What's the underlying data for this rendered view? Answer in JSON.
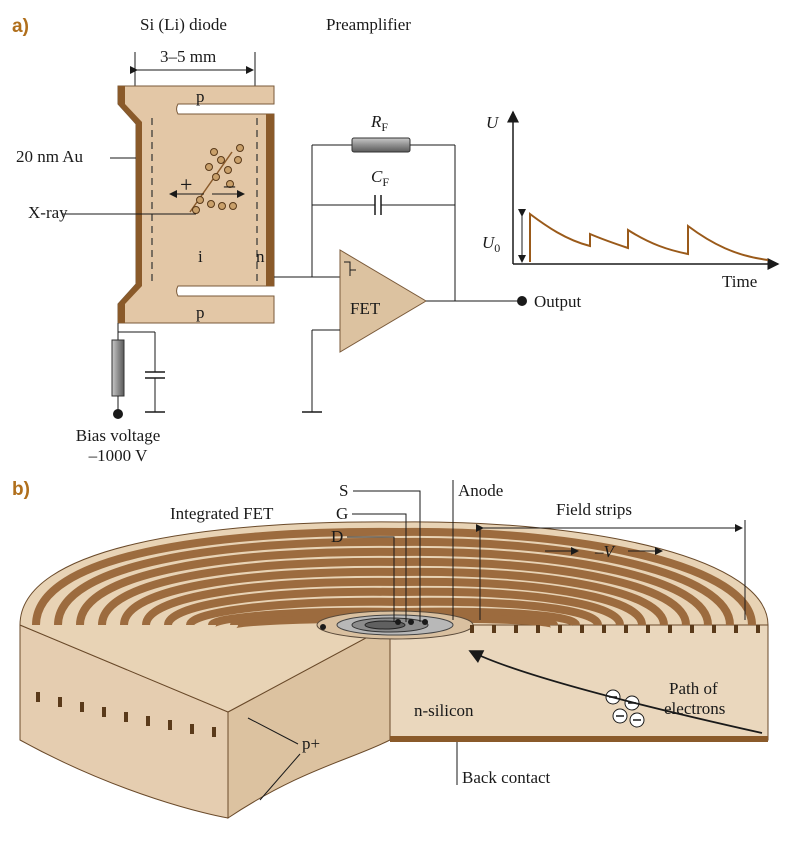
{
  "panel_a": {
    "tag": "a)",
    "title_diode": "Si (Li) diode",
    "title_preamp": "Preamplifier",
    "width_label": "3–5 mm",
    "gold_label": "20 nm Au",
    "xray_label": "X-ray",
    "p_top": "p",
    "p_bottom": "p",
    "i_label": "i",
    "n_label": "n",
    "plus": "+",
    "minus": "–",
    "rf": {
      "main": "R",
      "sub": "F"
    },
    "cf": {
      "main": "C",
      "sub": "F"
    },
    "fet_label": "FET",
    "output_label": "Output",
    "bias_line1": "Bias voltage",
    "bias_line2": "–1000 V",
    "plot": {
      "u_label": "U",
      "u0_main": "U",
      "u0_sub": "0",
      "time_label": "Time"
    }
  },
  "panel_b": {
    "tag": "b)",
    "s_label": "S",
    "g_label": "G",
    "d_label": "D",
    "integrated_fet_label": "Integrated FET",
    "anode_label": "Anode",
    "field_strips_label": "Field strips",
    "voltage_label": "–V",
    "path_line1": "Path of",
    "path_line2": "electrons",
    "nsilicon_label": "n-silicon",
    "pplus_label": "p+",
    "back_contact_label": "Back contact"
  },
  "colors": {
    "accent": "#b06f1c",
    "diode_body": "#e3c7a6",
    "gold_strip": "#8a5a2a",
    "strip_dark": "#9c6b3e",
    "plot_line": "#9a5a1a"
  }
}
